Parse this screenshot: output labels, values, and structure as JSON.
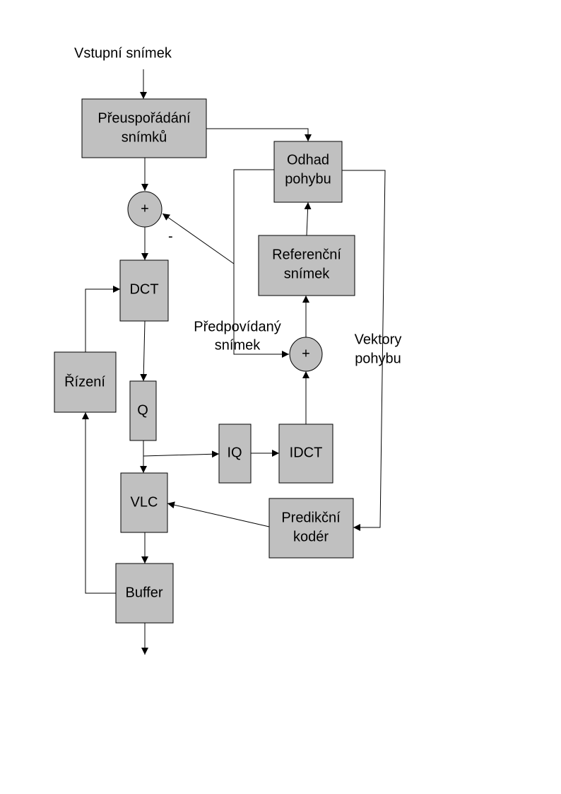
{
  "labels": {
    "input": "Vstupní snímek",
    "reorder_line1": "Přeuspořádání",
    "reorder_line2": "snímků",
    "motion_est_line1": "Odhad",
    "motion_est_line2": "pohybu",
    "sum_top": "+",
    "minus": "-",
    "reference_line1": "Referenční",
    "reference_line2": "snímek",
    "dct": "DCT",
    "predicted_line1": "Předpovídaný",
    "predicted_line2": "snímek",
    "sum_bottom": "+",
    "vectors_line1": "Vektory",
    "vectors_line2": "pohybu",
    "control": "Řízení",
    "q": "Q",
    "iq": "IQ",
    "idct": "IDCT",
    "vlc": "VLC",
    "pred_coder_line1": "Predikční",
    "pred_coder_line2": "kodér",
    "buffer": "Buffer"
  },
  "colors": {
    "block_fill": "#c0c0c0",
    "line": "#000000",
    "background": "#ffffff"
  }
}
